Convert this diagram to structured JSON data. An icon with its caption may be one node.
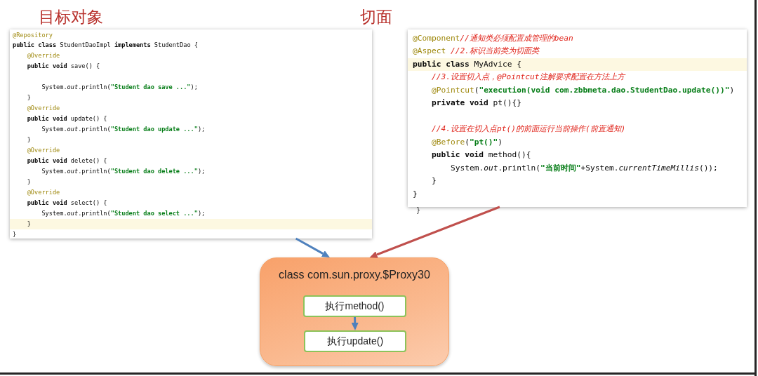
{
  "diagram": {
    "nodes": [
      {
        "text": [
          "目标对象",
          "@Repository",
          "**public class** StudentDaoImpl **implements** StudentDao {",
          "@Override",
          "**public void** save() {",
          "System.*out*.println(\"Student dao save ...\");",
          "}",
          "@Override",
          "**public void** update() {",
          "System.*out*.println(\"Student dao update ...\");",
          "}",
          "@Override",
          "**public void** delete() {",
          "System.*out*.println(\"Student dao delete ...\");",
          "}",
          "@Override",
          "**public void** select() {",
          "System.*out*.println(\"Student dao select ...\");",
          "}",
          "}"
        ]
      },
      {
        "text": [
          "切面",
          "@Component//通知类必须配置成管理的bean",
          "@Aspect //2.标识当前类为切面类",
          "**public class** MyAdvice {",
          "//3.设置切入点，@Pointcut注解要求配置在方法上方",
          "@Pointcut(\"**execution**(**void** com.zbbmeta.dao.StudentDao.update())\")",
          "**private void** pt(){}",
          "//4.设置在切入点pt()的前面运行当前操作(前置通知)",
          "@Before(\"pt()\")",
          "**public void** method(){",
          "System.*out*.println(\"当前时间\"+System.*currentTimeMillis*());",
          "}",
          "}"
        ]
      },
      {
        "text": [
          "class com.sun.proxy.$Proxy30"
        ]
      },
      {
        "text": [
          "执行method()"
        ],
        "in": 2
      },
      {
        "text": [
          "执行update()"
        ],
        "in": 2
      }
    ],
    "edges": [
      {
        "from": 0,
        "to": 2,
        "arrow": "to"
      },
      {
        "from": 1,
        "to": 2,
        "arrow": "to",
        "color": "#c0504d"
      },
      {
        "from": 3,
        "to": 4,
        "arrow": "to"
      }
    ],
    "labels": [
      "}"
    ]
  }
}
